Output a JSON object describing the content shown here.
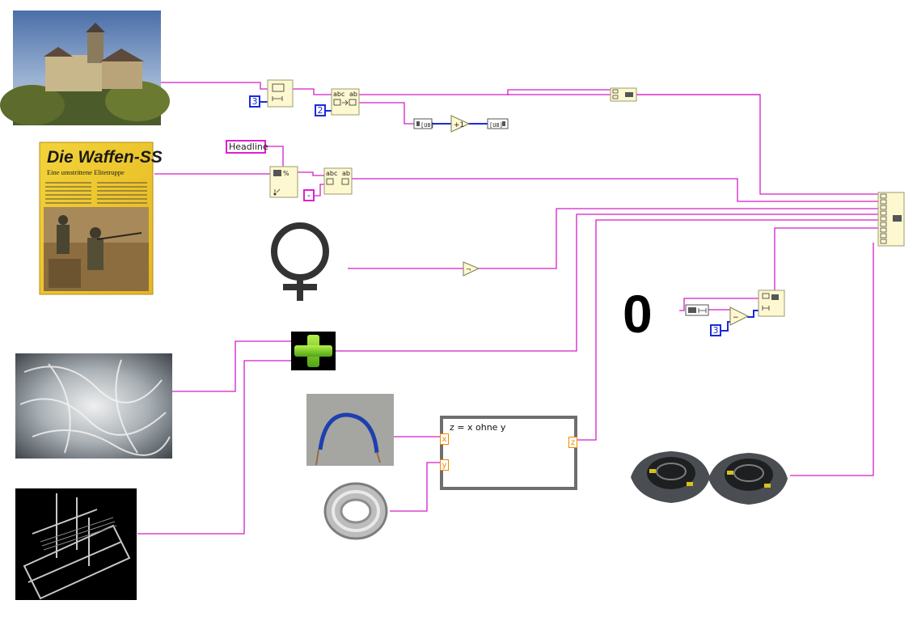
{
  "constants": {
    "headline": "Headline",
    "dash": "-",
    "three_a": "3",
    "two": "2",
    "three_b": "3"
  },
  "big_zero": "0",
  "formula": {
    "text": "z = x ohne y",
    "x_label": "x",
    "y_label": "y",
    "z_label": "z"
  },
  "poster": {
    "title": "Die Waffen-SS",
    "subtitle": "Eine umstrittene Elitetruppe"
  },
  "colors": {
    "string_wire": "#d41fc8",
    "numeric_wire": "#1a2bd8",
    "node_fill": "#fdf8d0",
    "formula_border": "#6e6e6e",
    "terminal": "#f08a00",
    "plus_green": "#7ed321"
  },
  "icons": [
    "castle-photo",
    "poster-photo",
    "venus-symbol-icon",
    "wool-photo",
    "loom-photo",
    "plus-icon",
    "wire-photo",
    "wire-coil-photo",
    "sensor-photo"
  ]
}
